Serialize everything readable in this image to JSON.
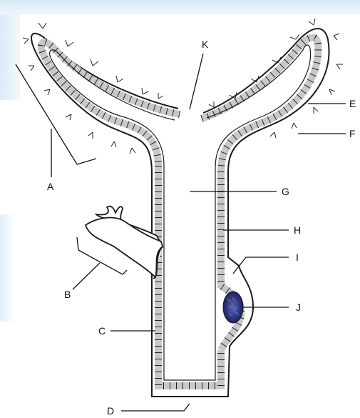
{
  "labels": {
    "A": "A",
    "B": "B",
    "C": "C",
    "D": "D",
    "E": "E",
    "F": "F",
    "G": "G",
    "H": "H",
    "I": "I",
    "J": "J",
    "K": "K"
  },
  "colors": {
    "wall": "#1a1a1a",
    "gastrodermis": "#c8c8c8",
    "epidermis": "#ffffff",
    "nucleus": "#2a2f6e",
    "background_tint": "#dceaf6"
  },
  "icons": [
    "cnidocyte-spike-icon",
    "prey-animal-icon"
  ]
}
